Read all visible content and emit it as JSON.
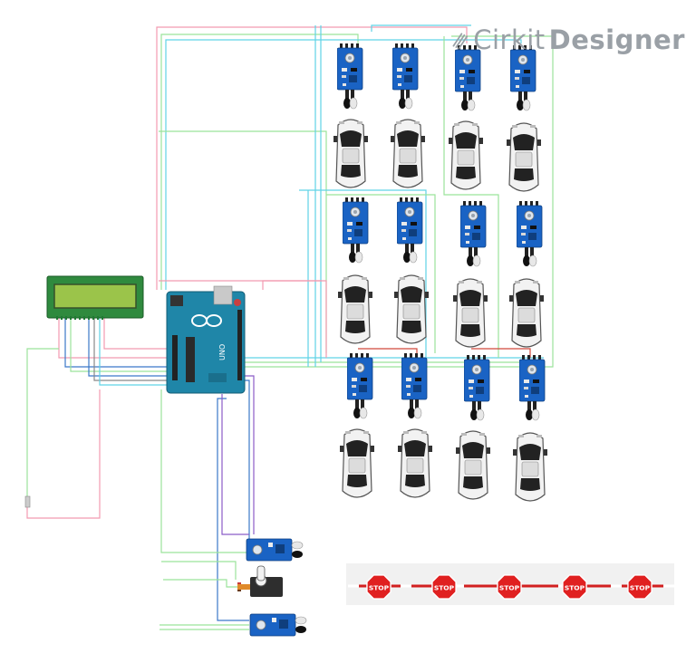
{
  "brand": {
    "name_part1": "Cirkit",
    "name_part2": "Designer",
    "mark_icon": "cirkit-hand-icon"
  },
  "arduino": {
    "board_label": "UNO",
    "logo_icon": "arduino-infinity-icon"
  },
  "lcd": {
    "type": "16x2-character-lcd"
  },
  "parking_grid": {
    "rows": 3,
    "cols": 4,
    "sensor_type": "ir-obstacle-sensor",
    "slot_icon": "car-top-view-icon"
  },
  "gate": {
    "sign_text": "STOP",
    "sign_count": 5
  },
  "colors": {
    "wire_pink": "#f29ab0",
    "wire_cyan": "#5fd3e6",
    "wire_green": "#9be39b",
    "wire_blue": "#3b78c9",
    "wire_purple": "#8b5cc7",
    "wire_gray": "#888888",
    "wire_red": "#d0483a",
    "sensor_blue": "#1a63c4",
    "arduino_teal": "#1f86a8",
    "lcd_green": "#9bc44a",
    "stop_red": "#e02020",
    "logo_gray": "#9aa0a6"
  }
}
